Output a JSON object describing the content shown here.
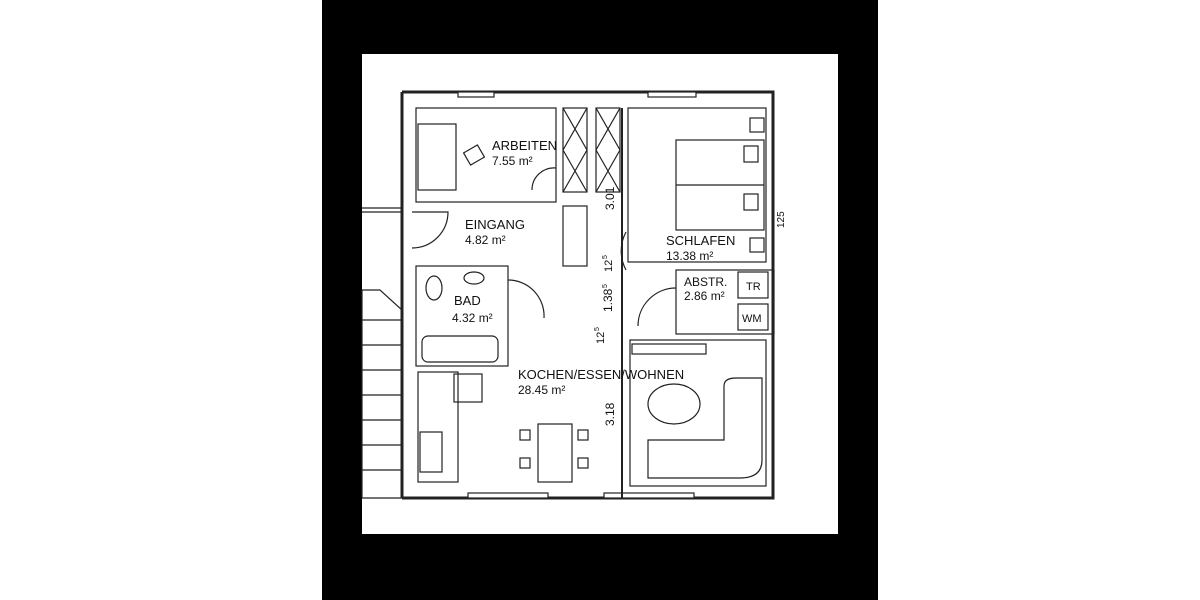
{
  "rooms": {
    "arbeiten": {
      "name": "ARBEITEN",
      "area": "7.55 m²"
    },
    "eingang": {
      "name": "EINGANG",
      "area": "4.82 m²"
    },
    "schlafen": {
      "name": "SCHLAFEN",
      "area": "13.38 m²"
    },
    "abstr": {
      "name": "ABSTR.",
      "area": "2.86 m²"
    },
    "bad": {
      "name": "BAD",
      "area": "4.32 m²"
    },
    "kochen": {
      "name": "KOCHEN/ESSEN/WOHNEN",
      "area": "28.45 m²"
    }
  },
  "appliances": {
    "tr": "TR",
    "wm": "WM"
  },
  "dimensions": {
    "d301": "3.01",
    "d125a": "12",
    "d125a_sup": "5",
    "d138": "1.38",
    "d138_sup": "5",
    "d125b": "12",
    "d125b_sup": "5",
    "d318": "3.18",
    "right_partial": "125"
  },
  "colors": {
    "frame": "#000000",
    "paper": "#ffffff",
    "line": "#222222"
  }
}
